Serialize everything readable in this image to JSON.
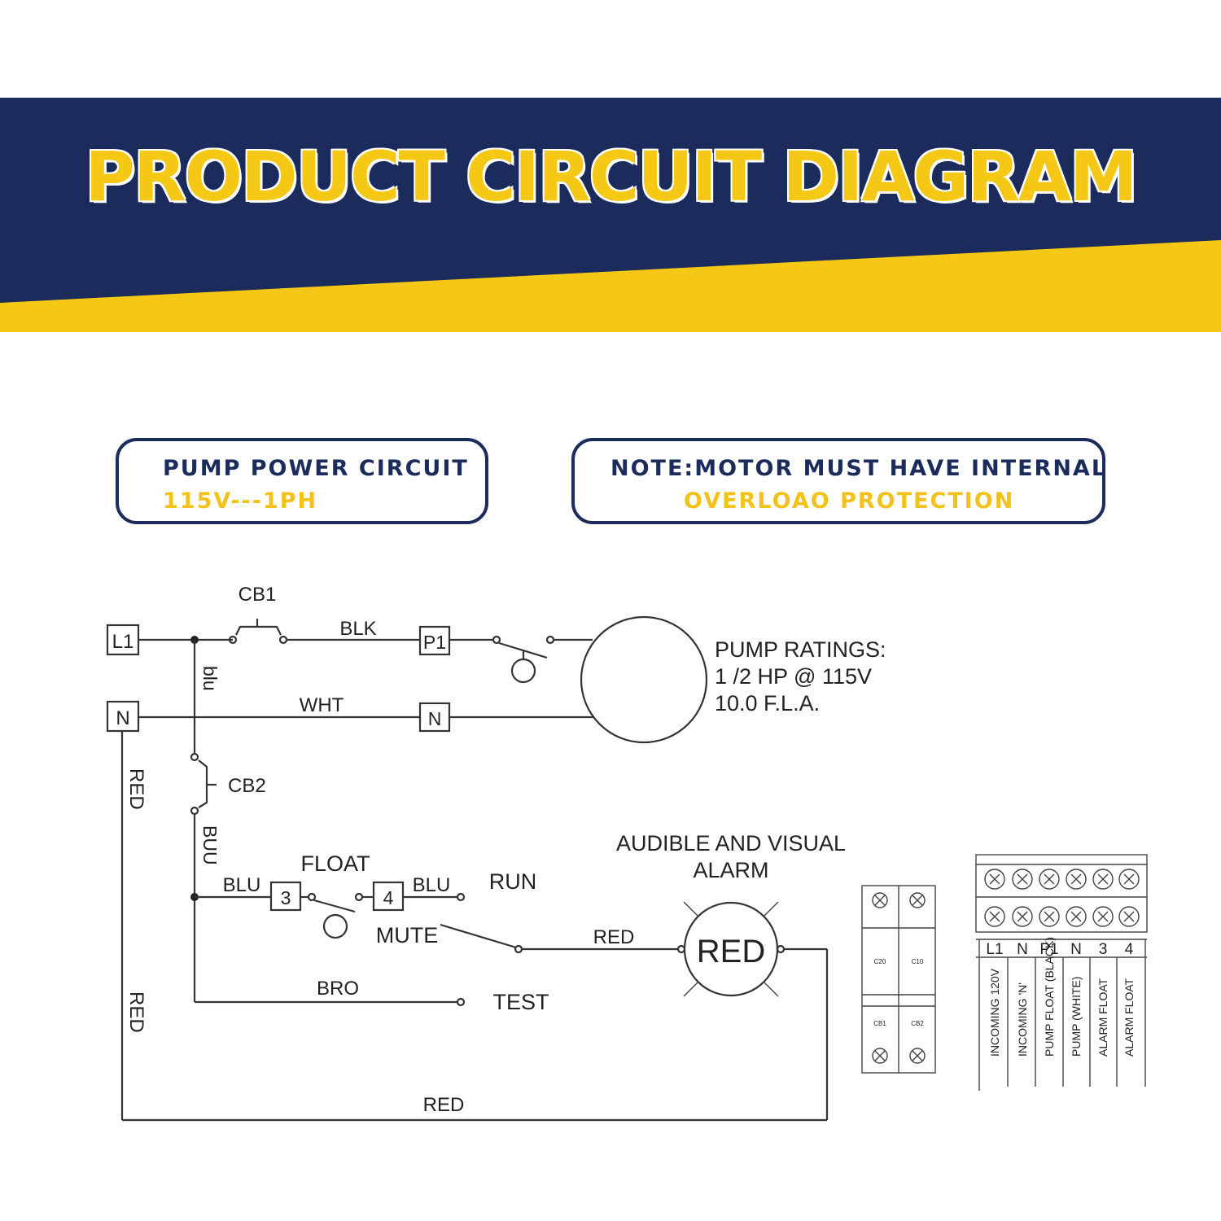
{
  "header": {
    "title": "PRODUCT CIRCUIT DIAGRAM"
  },
  "box_left": {
    "line1": "PUMP POWER CIRCUIT",
    "line2": "115V---1PH"
  },
  "box_right": {
    "line1": "NOTE:MOTOR MUST HAVE INTERNAL",
    "line2": "OVERLOAO PROTECTION"
  },
  "colors": {
    "navy": "#1a2b5c",
    "yellow": "#f6c816"
  },
  "diagram": {
    "terminals": {
      "l1": "L1",
      "n": "N",
      "p1": "P1",
      "n2": "N",
      "t3": "3",
      "t4": "4"
    },
    "labels": {
      "cb1": "CB1",
      "blk": "BLK",
      "blu_vertical": "blu",
      "wht": "WHT",
      "cb2": "CB2",
      "buu": "BUU",
      "red_left_top": "RED",
      "red_left_bottom": "RED",
      "float": "FLOAT",
      "blu_left": "BLU",
      "blu_right": "BLU",
      "run": "RUN",
      "mute": "MUTE",
      "red_alarm_wire": "RED",
      "bro": "BRO",
      "test": "TEST",
      "red_bottom": "RED",
      "alarm_lamp": "RED"
    },
    "pump_ratings": {
      "line1": "PUMP RATINGS:",
      "line2": "1 /2 HP @ 115V",
      "line3": "10.0 F.L.A."
    },
    "alarm_title": {
      "line1": "AUDIBLE AND VISUAL",
      "line2": "ALARM"
    }
  },
  "breaker_module": {
    "c20": "C20",
    "c10": "C10",
    "cb1": "CB1",
    "cb2": "CB2"
  },
  "terminal_block": {
    "headers": [
      "L1",
      "N",
      "P1",
      "N",
      "3",
      "4"
    ],
    "descriptions": [
      "INCOMING 120V",
      "INCOMING 'N'",
      "PUMP FLOAT (BLACK)",
      "PUMP (WHITE)",
      "ALARM FLOAT",
      "ALARM FLOAT"
    ]
  }
}
